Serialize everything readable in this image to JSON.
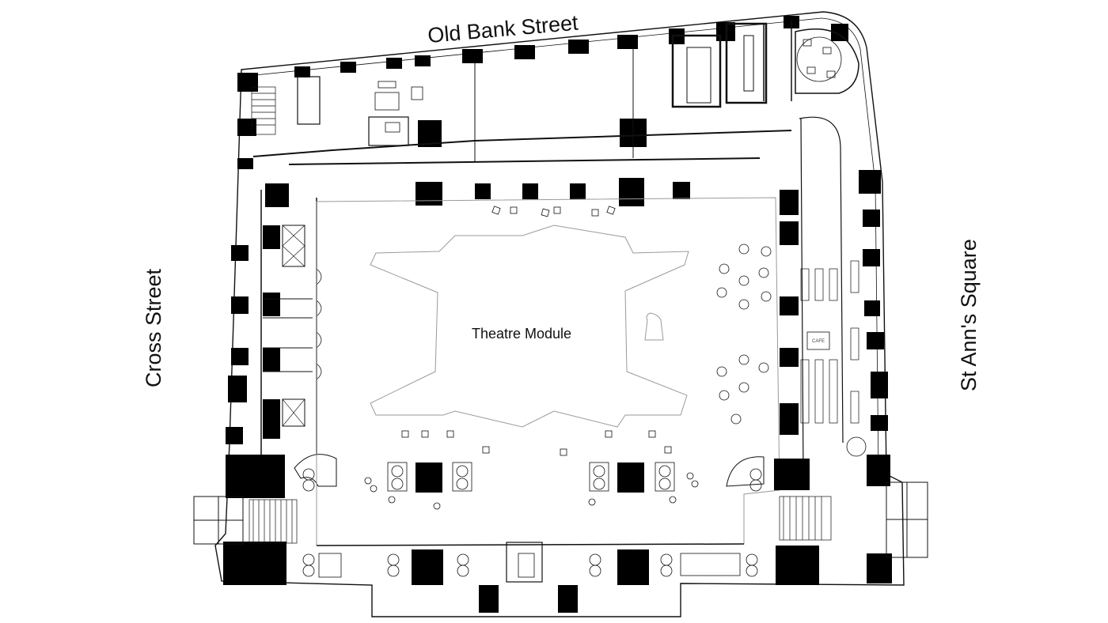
{
  "streets": {
    "north": "Old Bank Street",
    "west": "Cross Street",
    "east": "St Ann's Square"
  },
  "rooms": {
    "theatre": "Theatre Module",
    "cafe": "CAFE"
  },
  "colors": {
    "ink": "#111111",
    "fill": "#000000",
    "line_light": "#9a9a9a",
    "background": "#ffffff"
  }
}
